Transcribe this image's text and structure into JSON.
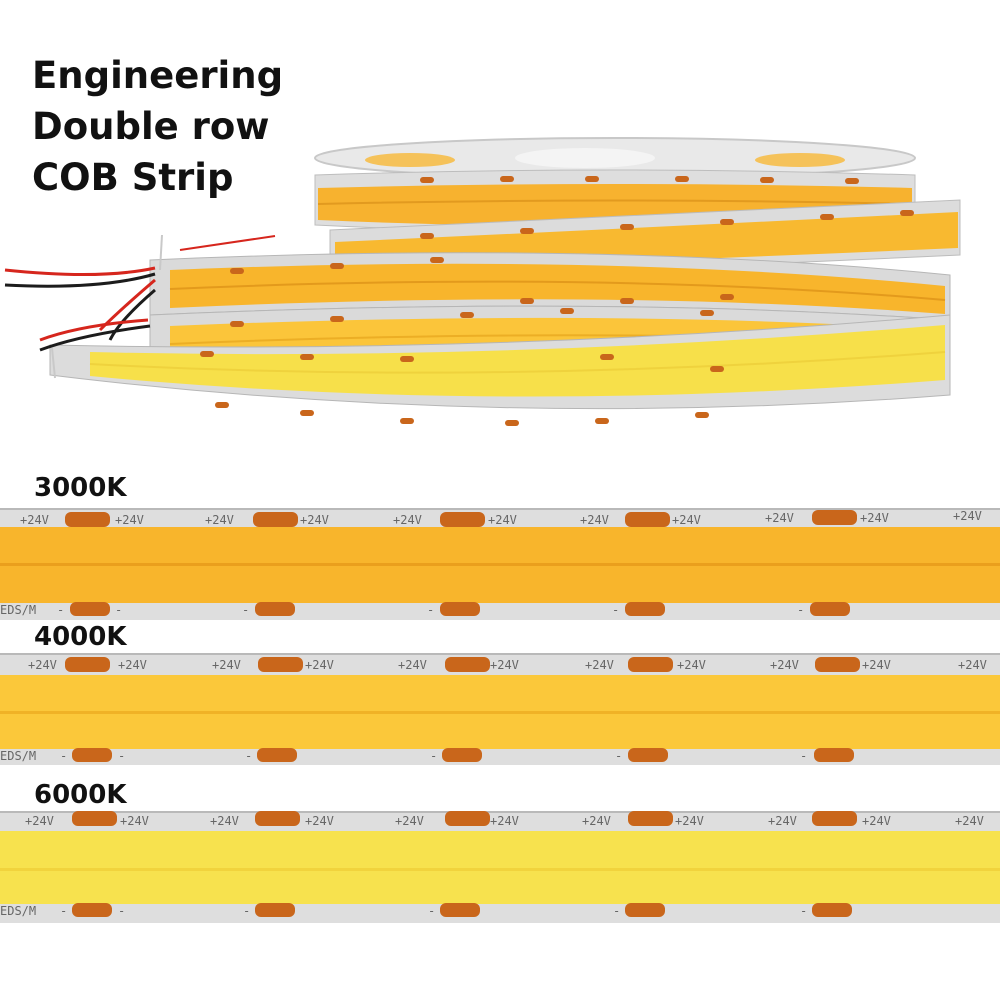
{
  "title": {
    "line1": "Engineering",
    "line2": "Double row",
    "line3": "COB Strip"
  },
  "strip_marking": {
    "voltage": "+24V",
    "minus": "-",
    "model_fragment": "EDS/M"
  },
  "variants": [
    {
      "label": "3000K",
      "glow_color": "#f8b52c",
      "glow_highlight": "#fcc445"
    },
    {
      "label": "4000K",
      "glow_color": "#fbc83a",
      "glow_highlight": "#fed65c"
    },
    {
      "label": "6000K",
      "glow_color": "#f7e24e",
      "glow_highlight": "#fbef7e"
    }
  ],
  "colors": {
    "pcb": "#dedede",
    "pcb_edge": "#b9b9b9",
    "pad": "#c9661b",
    "wire_red": "#d6261d",
    "wire_black": "#1c1c1c"
  }
}
